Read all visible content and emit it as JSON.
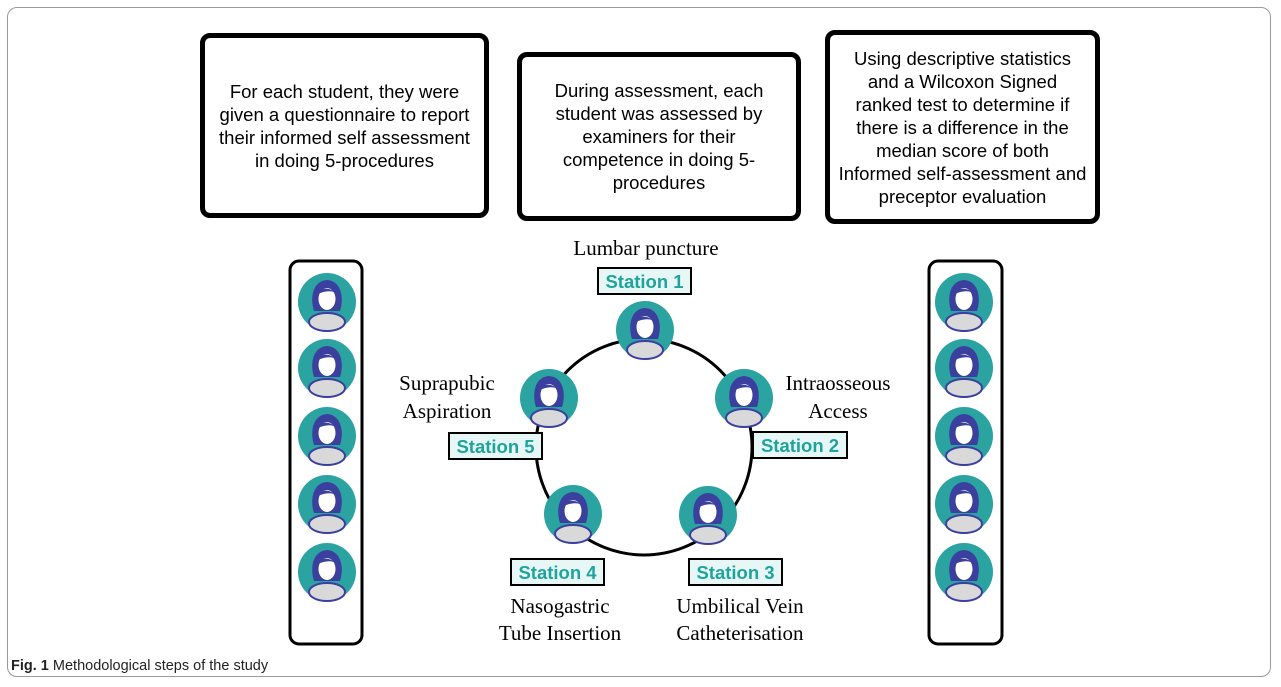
{
  "boxes": {
    "left": "For each student, they were given a questionnaire to report their informed self assessment in doing 5-procedures",
    "middle": "During assessment, each student was assessed by examiners for their competence in doing 5-procedures",
    "right": "Using descriptive statistics and a Wilcoxon Signed ranked test to determine if there is a difference in the median score of both Informed self-assessment and preceptor evaluation"
  },
  "stations": [
    {
      "badge": "Station 1",
      "procedure": [
        "Lumbar puncture"
      ]
    },
    {
      "badge": "Station 2",
      "procedure": [
        "Intraosseous",
        "Access"
      ]
    },
    {
      "badge": "Station 3",
      "procedure": [
        "Umbilical Vein",
        "Catheterisation"
      ]
    },
    {
      "badge": "Station 4",
      "procedure": [
        "Nasogastric",
        "Tube Insertion"
      ]
    },
    {
      "badge": "Station 5",
      "procedure": [
        "Suprapubic",
        "Aspiration"
      ]
    }
  ],
  "caption": {
    "label": "Fig. 1",
    "text": " Methodological steps of the study"
  },
  "colors": {
    "teal": "#2aa3a1",
    "avatar": "#3b3f9e",
    "badge_text": "#1fa39d",
    "badge_fill": "#e6f7f6"
  },
  "icon": "student-avatar-icon"
}
